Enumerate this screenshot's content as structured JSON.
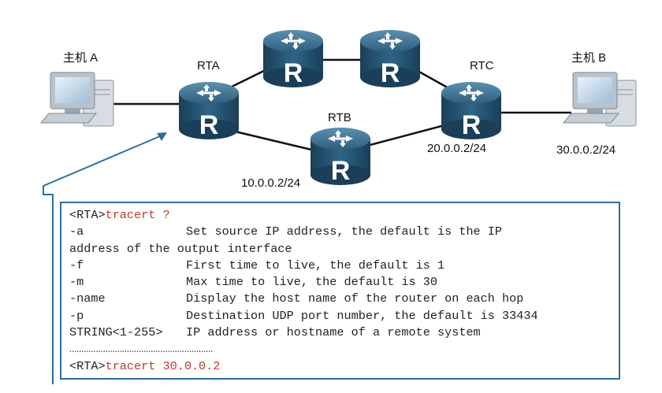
{
  "diagram": {
    "nodes": {
      "host_a": {
        "label": "主机 A"
      },
      "host_b": {
        "label": "主机 B"
      },
      "rta": {
        "label": "RTA",
        "glyph": "R"
      },
      "rtb": {
        "label": "RTB",
        "glyph": "R",
        "ip": "10.0.0.2/24"
      },
      "rtc": {
        "label": "RTC",
        "glyph": "R",
        "ip": "20.0.0.2/24"
      },
      "top1": {
        "glyph": "R"
      },
      "top2": {
        "glyph": "R"
      },
      "host_b_ip": "30.0.0.2/24"
    },
    "colors": {
      "router_top": "#3b6f8e",
      "router_side": "#1f4a66",
      "link": "#111111",
      "callout": "#2e6f9e",
      "command": "#c0392b"
    }
  },
  "terminal": {
    "prompt1": "<RTA>",
    "cmd1": "tracert ?",
    "options": [
      {
        "opt": "-a",
        "desc": "Set source IP address, the default is the IP"
      },
      {
        "cont": "address of the output interface"
      },
      {
        "opt": "-f",
        "desc": "First time to live, the default is 1"
      },
      {
        "opt": "-m",
        "desc": "Max time to live, the default is 30"
      },
      {
        "opt": "-name",
        "desc": "Display the host name of the router on each hop"
      },
      {
        "opt": "-p",
        "desc": "Destination UDP port number, the default is 33434"
      }
    ],
    "string_opt": "STRING<1-255>",
    "string_desc": "IP address or hostname of a remote system",
    "separator": "……………………………………………………",
    "prompt2": "<RTA>",
    "cmd2": "tracert 30.0.0.2"
  }
}
